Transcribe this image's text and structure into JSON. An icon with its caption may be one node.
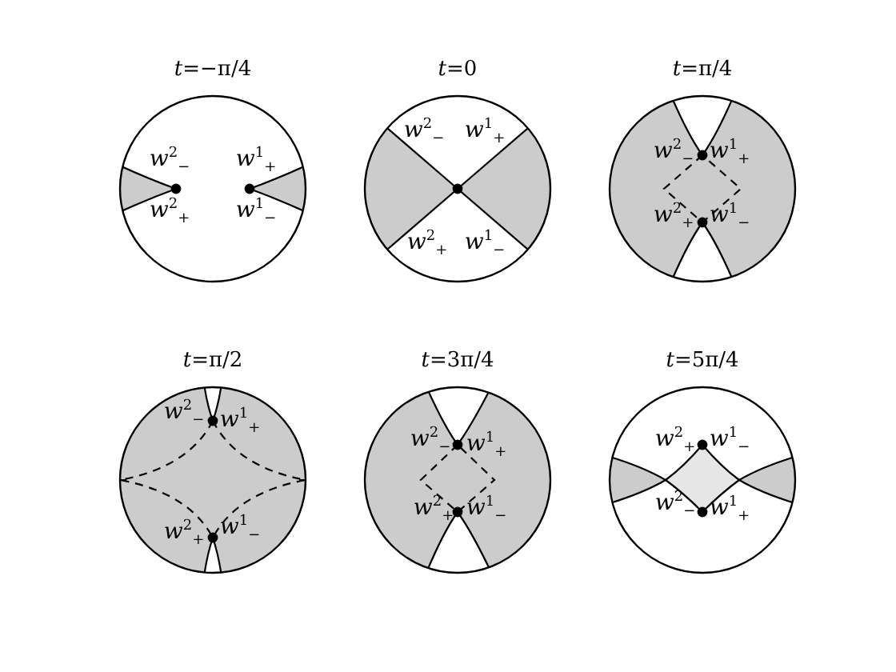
{
  "diagram": {
    "nodes": [
      {
        "text": [
          "*t*=−π/4",
          "*w*$^{2}$$_{−}$",
          "*w*$^{1}$$_{+}$",
          "*w*$^{2}$$_{+}$",
          "*w*$^{1}$$_{−}$"
        ]
      },
      {
        "text": [
          "*t*=0",
          "*w*$^{2}$$_{−}$",
          "*w*$^{1}$$_{+}$",
          "*w*$^{2}$$_{+}$",
          "*w*$^{1}$$_{−}$"
        ]
      },
      {
        "text": [
          "*t*=π/4",
          "*w*$^{2}$$_{−}$",
          "*w*$^{1}$$_{+}$",
          "*w*$^{2}$$_{+}$",
          "*w*$^{1}$$_{−}$"
        ]
      },
      {
        "text": [
          "*t*=π/2",
          "*w*$^{2}$$_{−}$",
          "*w*$^{1}$$_{+}$",
          "*w*$^{2}$$_{+}$",
          "*w*$^{1}$$_{−}$"
        ]
      },
      {
        "text": [
          "*t*=3π/4",
          "*w*$^{2}$$_{−}$",
          "*w*$^{1}$$_{+}$",
          "*w*$^{2}$$_{+}$",
          "*w*$^{1}$$_{−}$"
        ]
      },
      {
        "text": [
          "*t*=5π/4",
          "*w*$^{2}$$_{+}$",
          "*w*$^{1}$$_{−}$",
          "*w*$^{2}$$_{−}$",
          "*w*$^{1}$$_{+}$"
        ]
      }
    ]
  }
}
